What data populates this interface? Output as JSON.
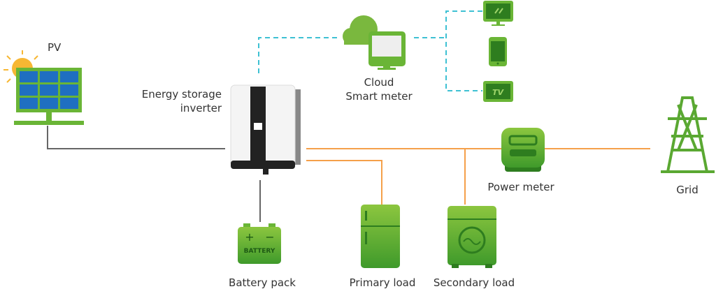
{
  "labels": {
    "pv": "PV",
    "inverter_line1": "Energy storage",
    "inverter_line2": "inverter",
    "cloud_line1": "Cloud",
    "cloud_line2": "Smart meter",
    "power_meter": "Power meter",
    "grid": "Grid",
    "battery_pack": "Battery pack",
    "primary_load": "Primary load",
    "secondary_load": "Secondary load"
  },
  "icon_text": {
    "battery": "BATTERY",
    "tv": "TV"
  },
  "colors": {
    "green": "#6ab536",
    "dark_green": "#2e7d1f",
    "dc_line": "#666666",
    "ac_line": "#f5a04a",
    "comm_line": "#3ec1d3",
    "solar_blue": "#1f6fc1",
    "sun": "#f7b733"
  }
}
